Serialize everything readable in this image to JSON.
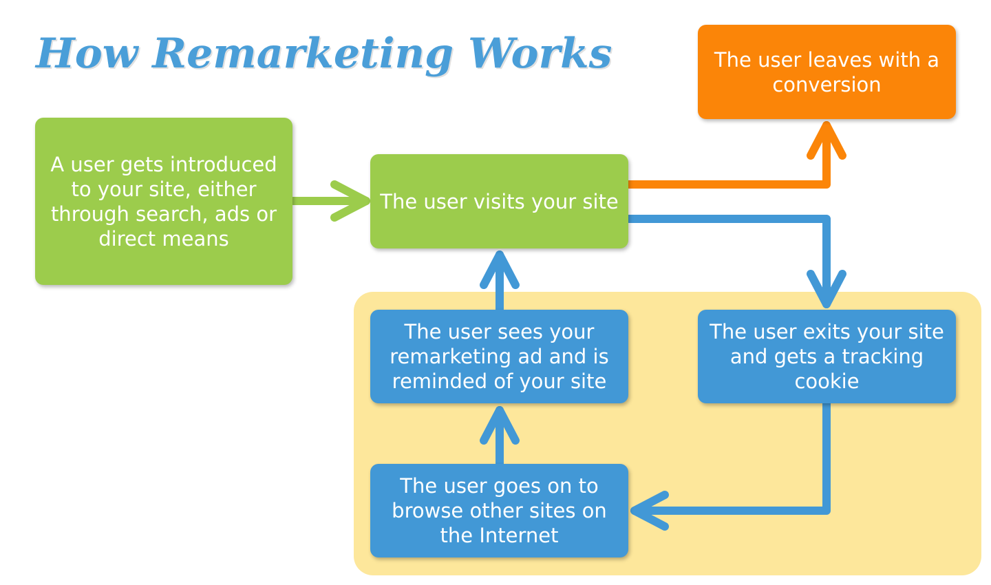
{
  "title": "How Remarketing Works",
  "colors": {
    "green": "#9ccc4c",
    "blue": "#4298d6",
    "orange": "#fb8508",
    "zone": "#fde79b",
    "title": "#4a9ed8"
  },
  "nodes": {
    "introduced": "A user gets introduced to your site, either through search, ads or direct means",
    "visits": "The user visits your site",
    "conversion": "The user leaves with a conversion",
    "exits": "The user exits your site and gets a tracking cookie",
    "browses": "The user goes on to browse other sites on the Internet",
    "sees_ad": "The user sees your remarketing ad and is reminded of your site"
  }
}
